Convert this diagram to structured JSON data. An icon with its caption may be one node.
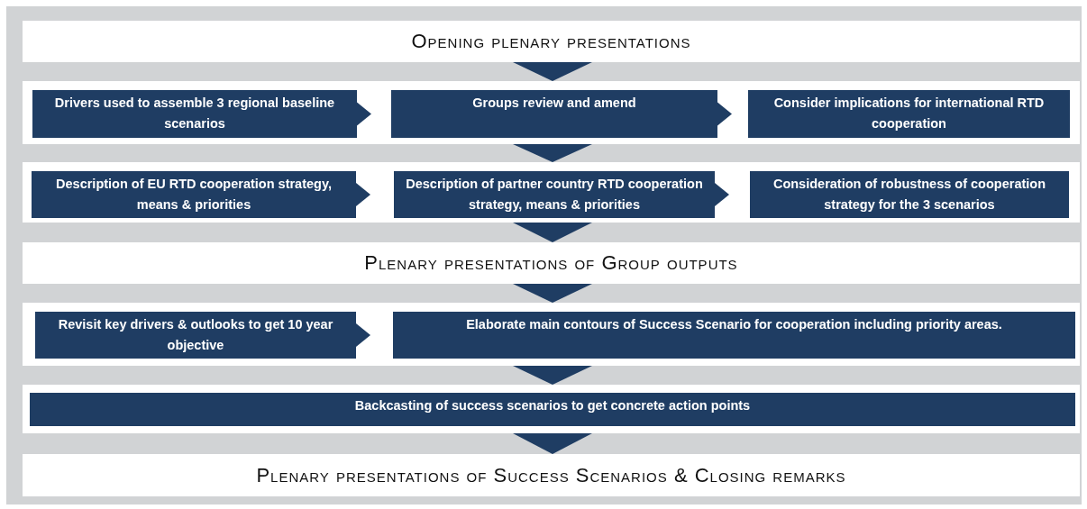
{
  "diagram": {
    "nodes": [
      {
        "text": [
          "Opening plenary presentations"
        ]
      },
      {
        "text": [],
        "shape": "box"
      },
      {
        "text": [
          "Drivers used to assemble 3 regional baseline scenarios"
        ],
        "in": 1
      },
      {
        "text": [
          "Groups review and amend"
        ],
        "in": 1
      },
      {
        "text": [
          "Consider implications for international RTD cooperation"
        ],
        "in": 1
      },
      {
        "text": [],
        "shape": "box"
      },
      {
        "text": [
          "Description of EU RTD cooperation strategy, means & priorities"
        ],
        "in": 5
      },
      {
        "text": [
          "Description of partner country RTD cooperation strategy, means & priorities"
        ],
        "in": 5
      },
      {
        "text": [
          "Consideration of robustness of cooperation strategy for the 3 scenarios"
        ],
        "in": 5
      },
      {
        "text": [
          "Plenary presentations of Group outputs"
        ]
      },
      {
        "text": [],
        "shape": "box"
      },
      {
        "text": [
          "Revisit key drivers & outlooks to get 10 year objective"
        ],
        "in": 10
      },
      {
        "text": [
          "Elaborate main contours of Success Scenario for cooperation including priority areas."
        ],
        "in": 10
      },
      {
        "text": [],
        "shape": "box"
      },
      {
        "text": [
          "Backcasting of success scenarios to get concrete action points"
        ],
        "in": 13
      },
      {
        "text": [
          "Plenary presentations of Success Scenarios & Closing remarks"
        ]
      }
    ],
    "edges": [
      {
        "from": 0,
        "to": 1,
        "arrow": "to"
      },
      {
        "from": 2,
        "to": 3,
        "arrow": "to"
      },
      {
        "from": 3,
        "to": 4,
        "arrow": "to"
      },
      {
        "from": 1,
        "to": 5,
        "arrow": "to"
      },
      {
        "from": 6,
        "to": 7,
        "arrow": "to"
      },
      {
        "from": 7,
        "to": 8,
        "arrow": "to"
      },
      {
        "from": 5,
        "to": 9,
        "arrow": "to"
      },
      {
        "from": 9,
        "to": 10,
        "arrow": "to"
      },
      {
        "from": 11,
        "to": 12,
        "arrow": "to"
      },
      {
        "from": 10,
        "to": 13,
        "arrow": "to"
      },
      {
        "from": 13,
        "to": 15,
        "arrow": "to"
      }
    ]
  }
}
